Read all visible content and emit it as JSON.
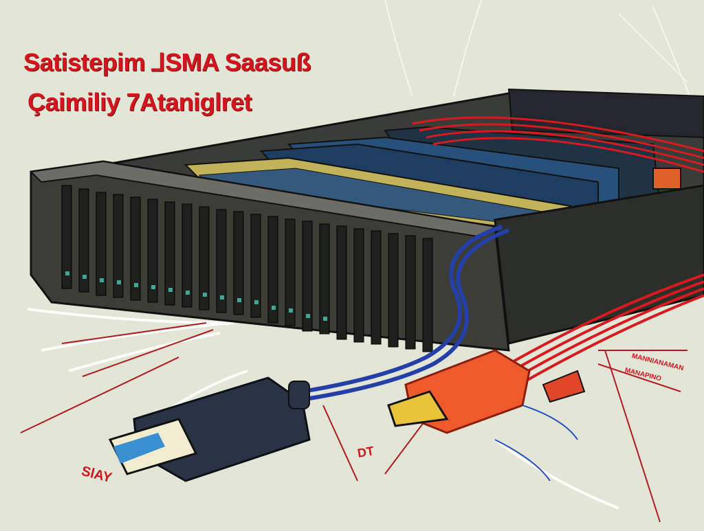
{
  "image": {
    "description": "Stylized illustration of an open rack server chassis with rows of drive bays, internal cards, and red/blue cables, with two USB plugs (dark blue and orange) in the foreground",
    "background_color": "#e3e5d6",
    "colors": {
      "title_red": "#d3161d",
      "chassis_dark": "#2c2e2a",
      "blue_cable": "#2440a8",
      "orange_plug": "#ee5a2c",
      "usb_dark": "#2a3344",
      "red_cables": "#d71a1f",
      "card_blue": "#27507a",
      "card_gold": "#c2b35a"
    }
  },
  "text": {
    "title_line1": "Satistepim ⅃SMA Saasuß",
    "title_line2": "Çaimiliy 7Ataniglret",
    "label_bottom_left": "SlAY",
    "label_center": "DT",
    "scribble_1": "ΜΑΝΝΙΑΝΑΜΑΝ",
    "scribble_2": "MANAΡΙΝΟ"
  }
}
